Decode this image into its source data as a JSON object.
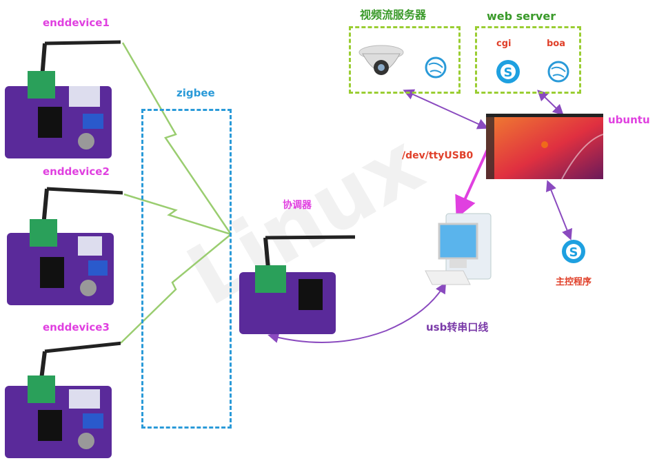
{
  "end_devices": [
    {
      "label": "enddevice1"
    },
    {
      "label": "enddevice2"
    },
    {
      "label": "enddevice3"
    }
  ],
  "zigbee": {
    "label": "zigbee"
  },
  "coordinator": {
    "label": "协调器"
  },
  "video_server": {
    "label": "视频流服务器"
  },
  "web_server": {
    "label": "web server",
    "cgi": "cgi",
    "boa": "boa"
  },
  "ubuntu": {
    "label": "ubuntu"
  },
  "tty": {
    "label": "/dev/ttyUSB0"
  },
  "main_program": {
    "label": "主控程序"
  },
  "usb_serial": {
    "label": "usb转串口线"
  },
  "watermark": {
    "text": "Linux"
  },
  "colors": {
    "magenta": "#e040e0",
    "green": "#3a9a2a",
    "blue": "#2a9ad8",
    "red": "#e0402a",
    "purple": "#7a3aa8"
  }
}
